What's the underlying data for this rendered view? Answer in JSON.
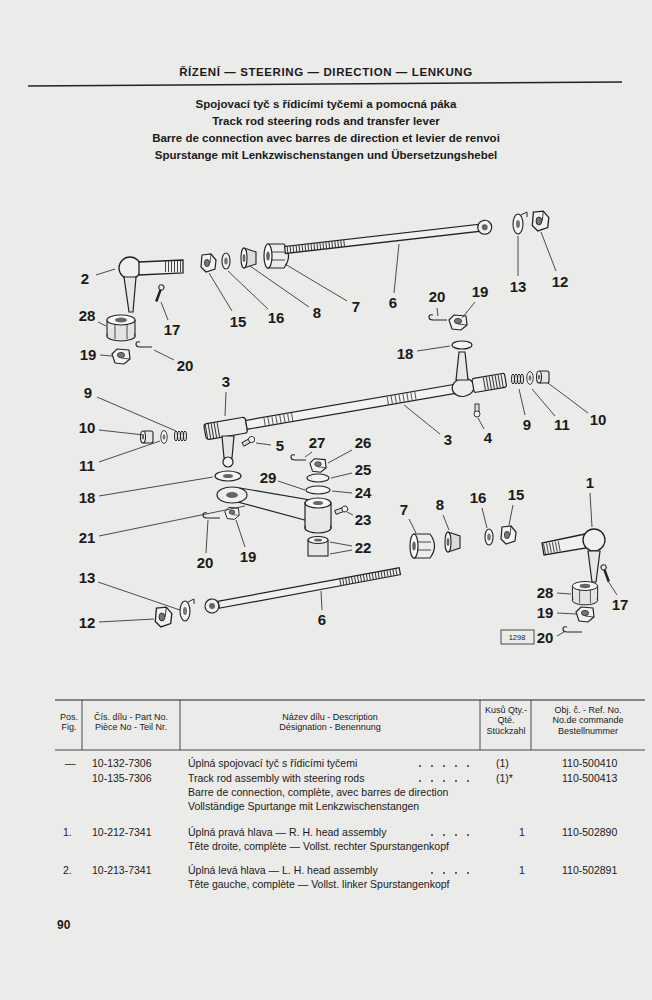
{
  "diagram": {
    "title": "ŘÍZENÍ — STEERING — DIRECTION — LENKUNG",
    "labels": [
      "Spojovací tyč s řídicími tyčemi a pomocná páka",
      "Track rod steering rods and transfer lever",
      "Barre de connection avec barres de direction et levier de renvoi",
      "Spurstange mit Lenkzwischenstangen und Übersetzungshebel",
      "2",
      "15",
      "16",
      "8",
      "7",
      "6",
      "20",
      "19",
      "13",
      "12",
      "28",
      "17",
      "19",
      "20",
      "18",
      "9",
      "3",
      "10",
      "11",
      "5",
      "27",
      "26",
      "3",
      "4",
      "9",
      "11",
      "10",
      "18",
      "29",
      "25",
      "24",
      "21",
      "23",
      "22",
      "7",
      "8",
      "16",
      "15",
      "1",
      "20",
      "19",
      "13",
      "12",
      "6",
      "28",
      "17",
      "19",
      "20",
      "1298",
      "Pos. Fig.",
      "Čís. dílu - Part No. Pièce No - Teil Nr.",
      "Název dílu - Description Désignation - Benennung",
      "Kusů Qty.- Qté. Stückzahl",
      "Obj. č. - Ref. No. No.de commande Bestellnummer",
      "—",
      "10-132-7306",
      "Úplná spojovací tyč s řídicími tyčemi",
      "(1)",
      "110-500410",
      "10-135-7306",
      "Track rod assembly with steering rods",
      "(1)*",
      "110-500413",
      "Barre de connection, complète, avec barres de direction",
      "Vollständige Spurtange mit Lenkzwischenstangen",
      "1.",
      "10-212-7341",
      "Úplná pravá hlava — R. H. head assembly",
      "1",
      "110-502890",
      "Tête droite, complète — Vollst. rechter Spurstangenkopf",
      "2.",
      "10-213-7341",
      "Úplná levá hlava — L. H. head assembly",
      "1",
      "110-502891",
      "Tête gauche, complète — Vollst. linker Spurstangenkopf",
      "90"
    ]
  }
}
